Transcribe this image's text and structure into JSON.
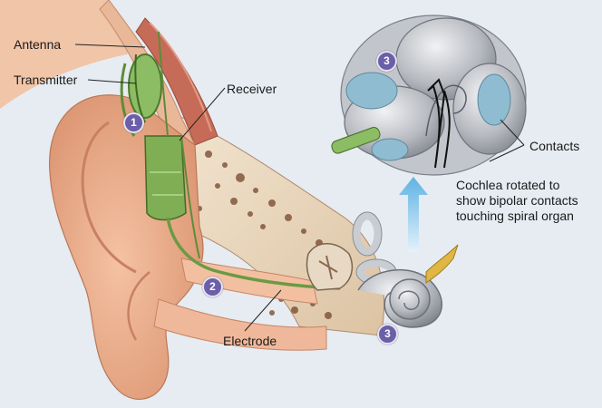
{
  "labels": {
    "antenna": "Antenna",
    "transmitter": "Transmitter",
    "receiver": "Receiver",
    "electrode": "Electrode",
    "contacts": "Contacts",
    "cochlea_note": [
      "Cochlea rotated to",
      "show bipolar contacts",
      "touching spiral organ"
    ]
  },
  "badges": {
    "one": "1",
    "two": "2",
    "three_top": "3",
    "three_bottom": "3"
  },
  "colors": {
    "background": "#e6ecf1",
    "skin": "#efb08f",
    "skin_shadow": "#d88e6c",
    "bone": "#ecdcc6",
    "bone_pores": "#8a5a3a",
    "muscle": "#c86a55",
    "device_green": "#7fae55",
    "cochlea_gray": "#b9bcc2",
    "fluid_blue": "#8fbcd0",
    "arrow_blue": "#7fc2e8",
    "badge_purple": "#6b5fa8"
  }
}
